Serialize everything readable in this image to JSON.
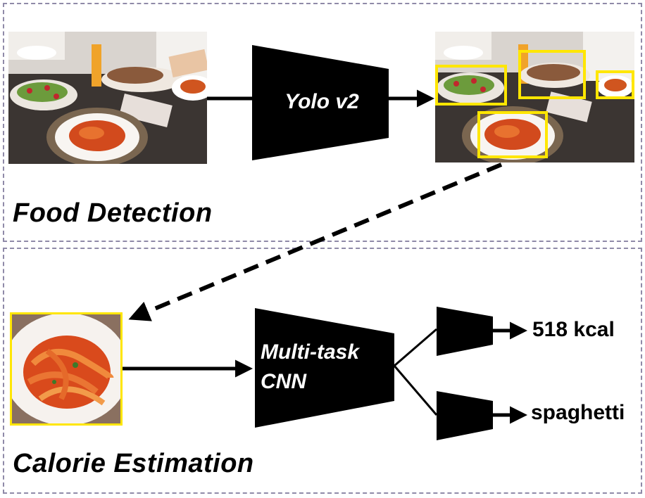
{
  "top_section": {
    "title": "Food Detection",
    "detector_label": "Yolo v2"
  },
  "bottom_section": {
    "title": "Calorie Estimation",
    "network_label_line1": "Multi-task",
    "network_label_line2": "CNN"
  },
  "outputs": {
    "calorie": "518 kcal",
    "food_class": "spaghetti"
  },
  "colors": {
    "panel_border": "#8f8aa8",
    "bounding_box": "#ffe600",
    "network_fill": "#000000"
  },
  "icons": [
    "input-photo",
    "detected-photo",
    "cropped-photo"
  ]
}
